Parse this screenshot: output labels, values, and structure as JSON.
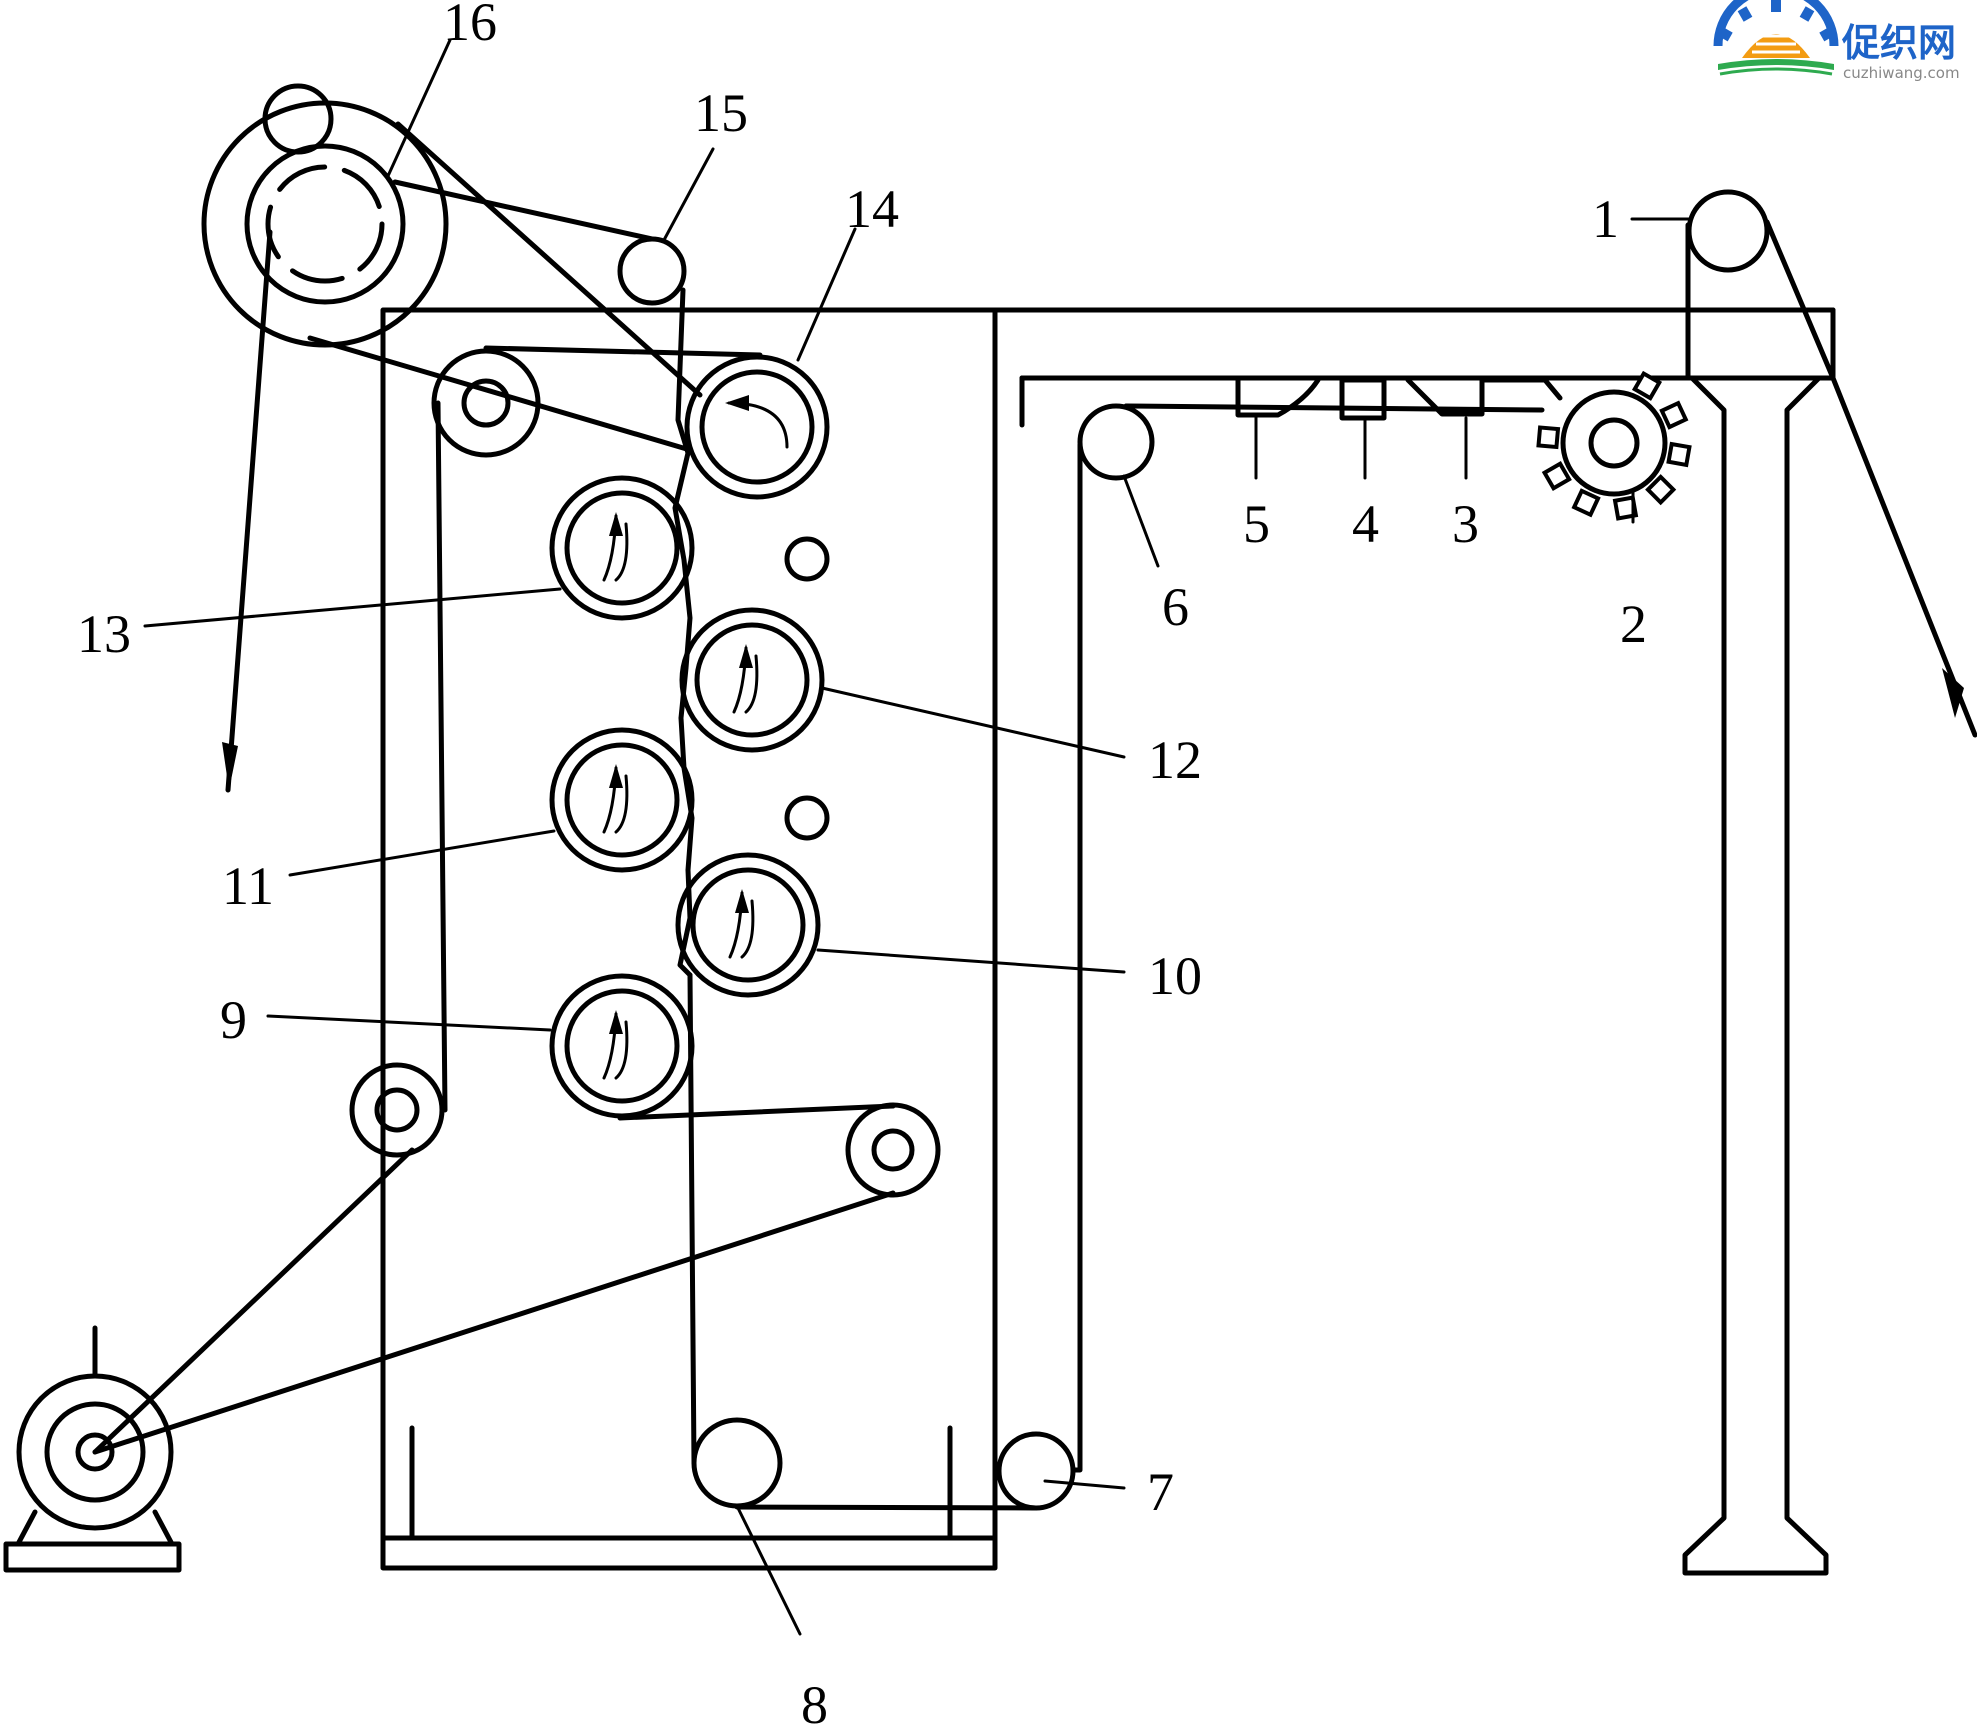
{
  "watermark": {
    "name": "促织网",
    "url": "cuzhiwang.com",
    "colors": {
      "blue": "#1e64c8",
      "orange": "#f39c12",
      "green": "#2eaa4f"
    }
  },
  "labels": {
    "l1": "1",
    "l2": "2",
    "l3": "3",
    "l4": "4",
    "l5": "5",
    "l6": "6",
    "l7": "7",
    "l8": "8",
    "l9": "9",
    "l10": "10",
    "l11": "11",
    "l12": "12",
    "l13": "13",
    "l14": "14",
    "l15": "15",
    "l16": "16"
  }
}
